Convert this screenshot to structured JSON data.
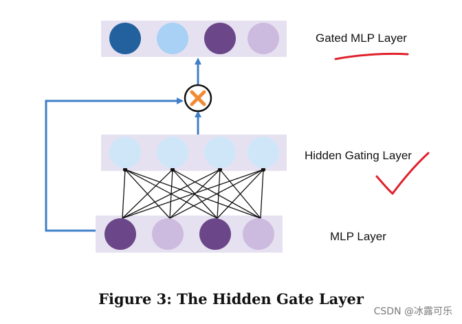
{
  "labels": {
    "gated": "Gated MLP Layer",
    "hidden": "Hidden Gating Layer",
    "mlp": "MLP Layer"
  },
  "caption": "Figure 3: The Hidden Gate Layer",
  "watermark": "CSDN @冰露可乐",
  "colors": {
    "layer_band": "#e6e1f0",
    "arrow": "#3f7fc7",
    "gate_cross": "#f28a33",
    "annotation": "#e0202a",
    "gated_nodes": [
      "#23609e",
      "#a8d1f5",
      "#6b4789",
      "#cdbbdf"
    ],
    "hidden_nodes": [
      "#cfe6f9",
      "#cfe6f9",
      "#cfe6f9",
      "#cfe6f9"
    ],
    "mlp_nodes": [
      "#6b4789",
      "#cdbbdf",
      "#6b4789",
      "#cdbbdf"
    ]
  },
  "icons": {
    "gate": "multiply-gate-icon",
    "underline": "red-underline-annotation",
    "check": "red-checkmark-annotation"
  }
}
